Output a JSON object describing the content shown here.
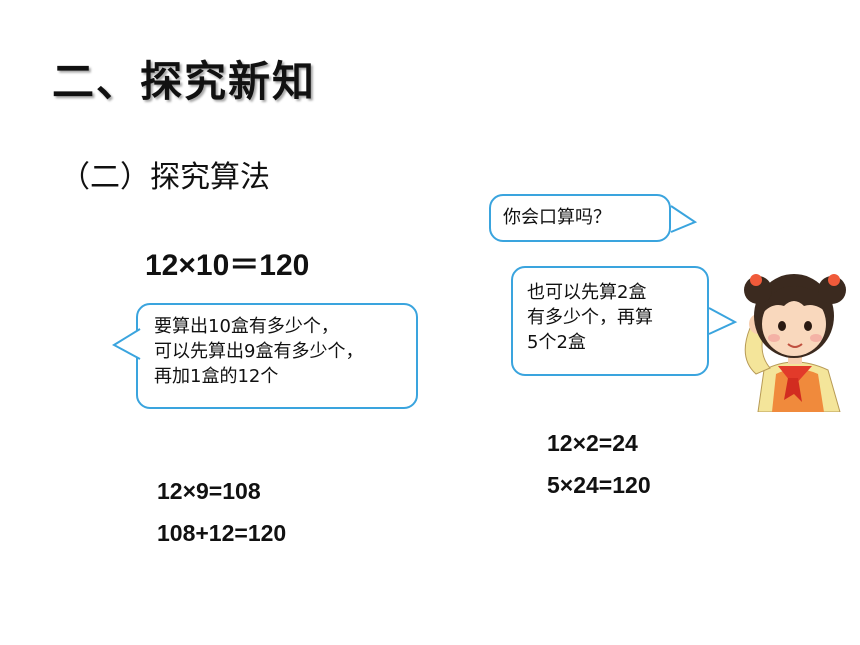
{
  "slide": {
    "title": "二、探究新知",
    "subtitle": "（二）探究算法",
    "main_equation": "12×10＝120"
  },
  "left_bubble": {
    "lines": [
      "要算出10盒有多少个，",
      "可以先算出9盒有多少个，",
      "再加1盒的12个"
    ]
  },
  "left_steps": [
    "12×9=108",
    "108+12=120"
  ],
  "question_bubble": {
    "text": "你会口算吗？"
  },
  "right_bubble": {
    "lines": [
      "也可以先算2盒",
      "有多少个，再算",
      "5个2盒"
    ]
  },
  "right_steps": [
    "12×2=24",
    "5×24=120"
  ],
  "colors": {
    "bubble_border": "#3aa4de",
    "text": "#111111"
  },
  "illustration": "girl-thinking-illustration"
}
